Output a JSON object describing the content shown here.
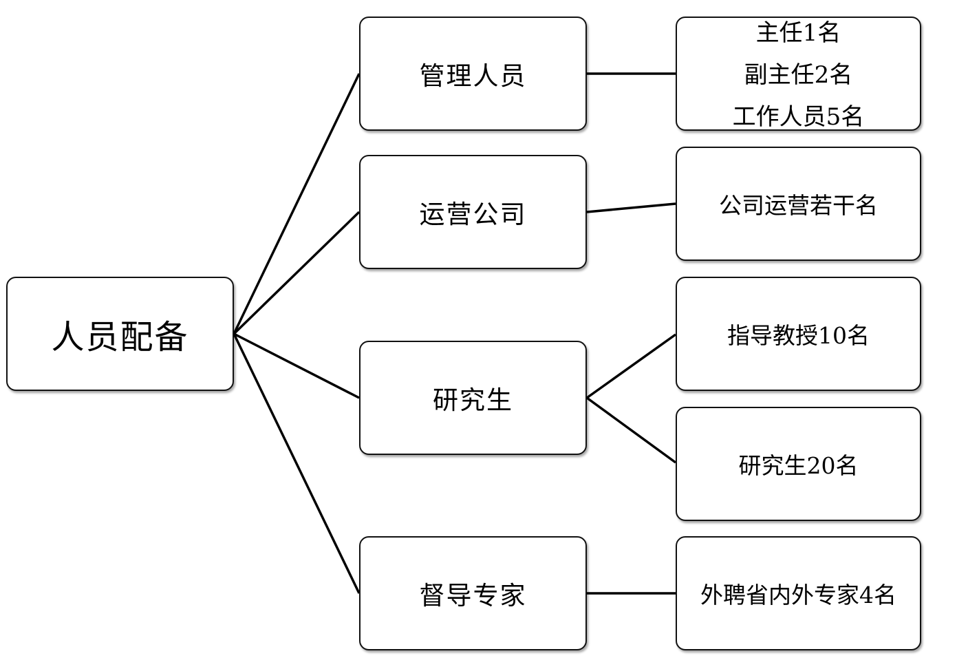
{
  "root": {
    "label": "人员配备"
  },
  "groups": [
    {
      "label": "管理人员",
      "details": [
        "主任1名",
        "副主任2名",
        "工作人员5名"
      ]
    },
    {
      "label": "运营公司",
      "details": [
        "公司运营若干名"
      ]
    },
    {
      "label": "研究生",
      "details": [
        "指导教授10名",
        "研究生20名"
      ]
    },
    {
      "label": "督导专家",
      "details": [
        "外聘省内外专家4名"
      ]
    }
  ],
  "colors": {
    "line": "#000000",
    "border": "#111111",
    "background": "#ffffff"
  }
}
